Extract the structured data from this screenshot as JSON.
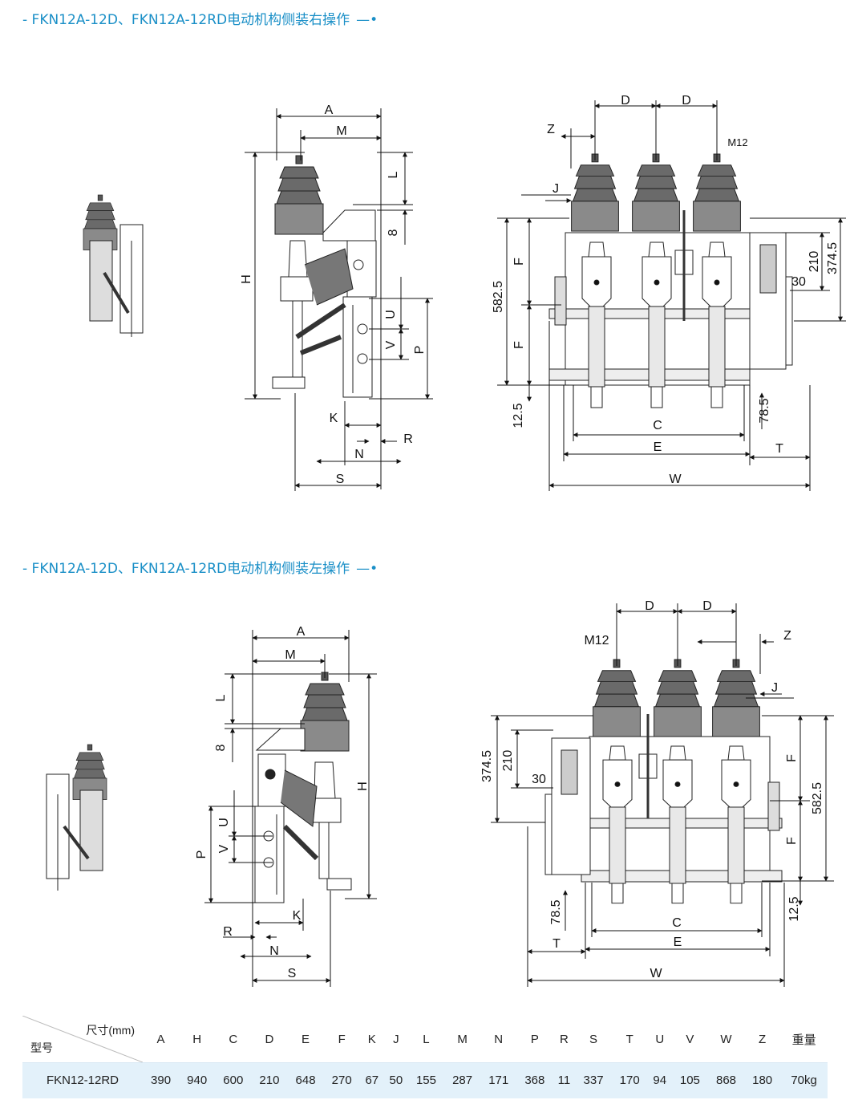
{
  "sections": [
    {
      "title": "- FKN12A-12D、FKN12A-12RD电动机构侧装右操作",
      "arrow": "—•"
    },
    {
      "title": "- FKN12A-12D、FKN12A-12RD电动机构侧装左操作",
      "arrow": "—•"
    }
  ],
  "labels": {
    "A": "A",
    "M": "M",
    "L": "L",
    "eight": "8",
    "H": "H",
    "U": "U",
    "V": "V",
    "P": "P",
    "K": "K",
    "R": "R",
    "N": "N",
    "S": "S",
    "D": "D",
    "Z": "Z",
    "J": "J",
    "M12": "M12",
    "F": "F",
    "C": "C",
    "E": "E",
    "W": "W",
    "T": "T",
    "v582": "582.5",
    "v374": "374.5",
    "v210": "210",
    "v30": "30",
    "v12": "12.5",
    "v78": "78.5"
  },
  "table": {
    "header_top": "尺寸(mm)",
    "header_bottom": "型号",
    "columns": [
      "A",
      "H",
      "C",
      "D",
      "E",
      "F",
      "K",
      "J",
      "L",
      "M",
      "N",
      "P",
      "R",
      "S",
      "T",
      "U",
      "V",
      "W",
      "Z",
      "重量"
    ],
    "rows": [
      {
        "model": "FKN12-12RD",
        "values": [
          "390",
          "940",
          "600",
          "210",
          "648",
          "270",
          "67",
          "50",
          "155",
          "287",
          "171",
          "368",
          "11",
          "337",
          "170",
          "94",
          "105",
          "868",
          "180",
          "70kg"
        ]
      }
    ]
  },
  "colors": {
    "accent": "#1a8fc7",
    "table_row": "#e3f1fa",
    "line": "#111111",
    "insulator": "#5a5a5a"
  }
}
